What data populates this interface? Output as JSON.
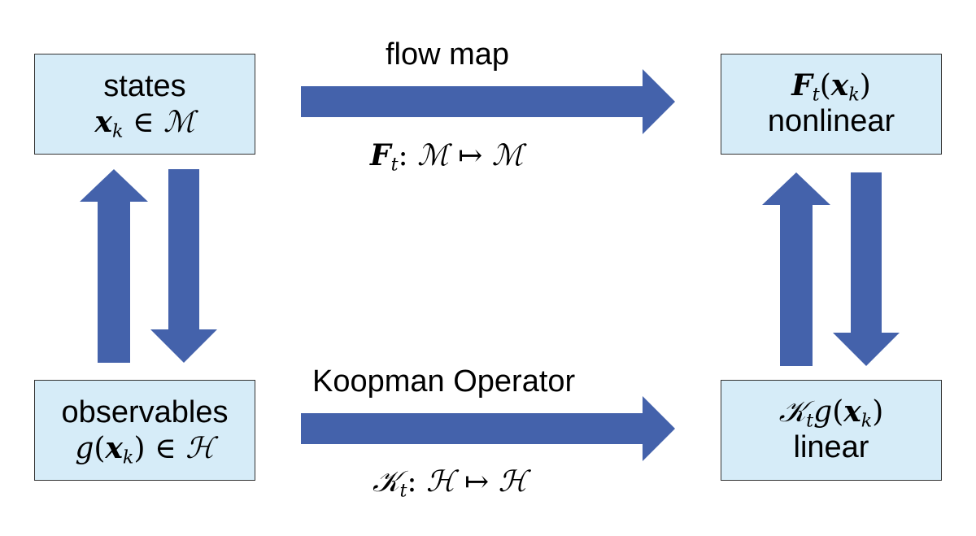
{
  "colors": {
    "box_fill": "#d6ecf8",
    "box_border": "#333333",
    "arrow_fill": "#4462ab"
  },
  "boxes": {
    "states": {
      "line1": "states",
      "math": {
        "var": "x",
        "sub": "k",
        "rel": "∈",
        "set": "ℳ"
      }
    },
    "observables": {
      "line1": "observables",
      "math": {
        "fn": "g",
        "open": "(",
        "var": "x",
        "sub": "k",
        "close": ")",
        "rel": "∈",
        "set": "ℋ"
      }
    },
    "flow_result": {
      "math": {
        "op": "F",
        "sub": "t",
        "open": "(",
        "var": "x",
        "sub2": "k",
        "close": ")"
      },
      "line2": "nonlinear"
    },
    "koopman_result": {
      "math": {
        "op": "𝒦",
        "sub": "t",
        "fn": "g",
        "open": "(",
        "var": "x",
        "sub2": "k",
        "close": ")"
      },
      "line2": "linear"
    }
  },
  "labels": {
    "flow_map": "flow map",
    "flow_map_math": {
      "op": "F",
      "sub": "t",
      "colon": ":",
      "from": "ℳ",
      "maps": "↦",
      "to": "ℳ"
    },
    "koopman_operator": "Koopman Operator",
    "koopman_math": {
      "op": "𝒦",
      "sub": "t",
      "colon": ":",
      "from": "ℋ",
      "maps": "↦",
      "to": "ℋ"
    }
  },
  "arrows": [
    "flow-map",
    "koopman",
    "left-up",
    "left-down",
    "right-up",
    "right-down"
  ]
}
